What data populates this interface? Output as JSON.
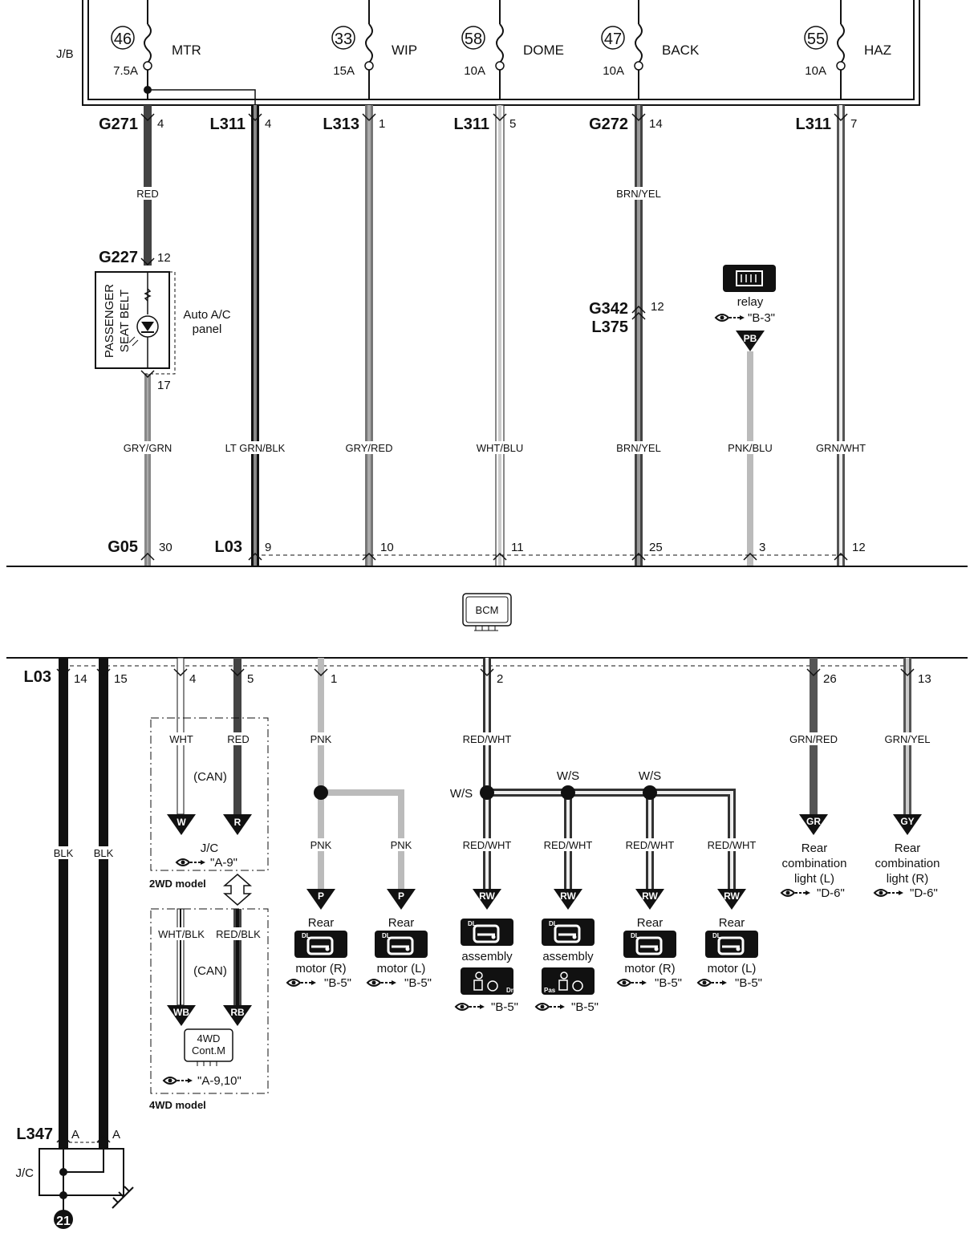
{
  "jb": {
    "label": "J/B",
    "fuses": [
      {
        "num": "46",
        "name": "MTR",
        "amp": "7.5A"
      },
      {
        "num": "33",
        "name": "WIP",
        "amp": "15A"
      },
      {
        "num": "58",
        "name": "DOME",
        "amp": "10A"
      },
      {
        "num": "47",
        "name": "BACK",
        "amp": "10A"
      },
      {
        "num": "55",
        "name": "HAZ",
        "amp": "10A"
      }
    ]
  },
  "connectors_top": [
    {
      "name": "G271",
      "pin": "4"
    },
    {
      "name": "L311",
      "pin": "4"
    },
    {
      "name": "L313",
      "pin": "1"
    },
    {
      "name": "L311",
      "pin": "5"
    },
    {
      "name": "G272",
      "pin": "14"
    },
    {
      "name": "L311",
      "pin": "7"
    }
  ],
  "upper_wires": {
    "red": "RED",
    "brn_yel_top": "BRN/YEL",
    "row": [
      "GRY/GRN",
      "LT GRN/BLK",
      "GRY/RED",
      "WHT/BLU",
      "BRN/YEL",
      "PNK/BLU",
      "GRN/WHT"
    ]
  },
  "seatbelt": {
    "conn": "G227",
    "pin_in": "12",
    "pin_out": "17",
    "line1": "PASSENGER",
    "line2": "SEAT BELT",
    "panel1": "Auto A/C",
    "panel2": "panel"
  },
  "g342": {
    "name1": "G342",
    "name2": "L375",
    "pin": "12"
  },
  "relay": {
    "label": "relay",
    "ref": "\"B-3\"",
    "tag": "PB"
  },
  "bcm_top": {
    "conn1": "G05",
    "pin1": "30",
    "conn2": "L03",
    "pins": [
      "9",
      "10",
      "11",
      "25",
      "3",
      "12"
    ]
  },
  "bcm": {
    "label": "BCM"
  },
  "bcm_bottom": {
    "conn": "L03",
    "pins": [
      "14",
      "15",
      "4",
      "5",
      "1",
      "2",
      "26",
      "13"
    ]
  },
  "lower_wires": {
    "blk1": "BLK",
    "blk2": "BLK",
    "wht": "WHT",
    "red": "RED",
    "can": "(CAN)",
    "jc": "J/C",
    "jc_ref": "\"A-9\"",
    "wd2": "2WD model",
    "whtblk": "WHT/BLK",
    "redblk": "RED/BLK",
    "can2": "(CAN)",
    "cont1": "4WD",
    "cont2": "Cont.M",
    "cont_ref": "\"A-9,10\"",
    "wd4": "4WD model",
    "pnk_main": "PNK",
    "pnk1": "PNK",
    "pnk2": "PNK",
    "redwht_main": "RED/WHT",
    "ws1": "W/S",
    "ws2": "W/S",
    "ws3": "W/S",
    "rw1": "RED/WHT",
    "rw2": "RED/WHT",
    "rw3": "RED/WHT",
    "rw4": "RED/WHT",
    "grnred": "GRN/RED",
    "grnyel": "GRN/YEL"
  },
  "tags": {
    "w": "W",
    "r": "R",
    "wb": "WB",
    "rb": "RB",
    "p": "P",
    "rw": "RW",
    "gr": "GR",
    "gy": "GY",
    "dl": "DL",
    "pas": "Pas",
    "dr": "Dr"
  },
  "loads": {
    "rear": "Rear",
    "motor_r": "motor (R)",
    "motor_l": "motor (L)",
    "assembly": "assembly",
    "ref_b5": "\"B-5\"",
    "comb1": "Rear",
    "comb2": "combination",
    "light_l": "light (L)",
    "light_r": "light (R)",
    "ref_d6": "\"D-6\""
  },
  "ground": {
    "conn": "L347",
    "pin": "A",
    "jc": "J/C",
    "num": "21"
  }
}
